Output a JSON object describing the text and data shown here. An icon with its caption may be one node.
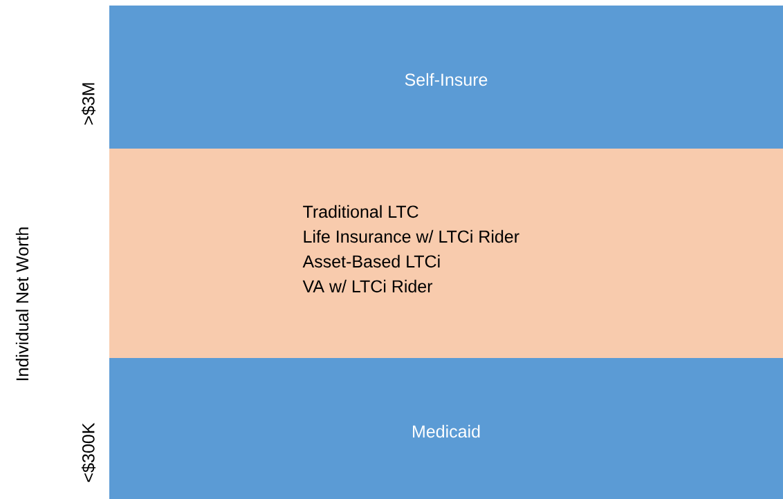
{
  "diagram": {
    "nodes": [
      {
        "text": [
          "Self-Insure"
        ]
      },
      {
        "text": [
          "Traditional LTC",
          "Life Insurance w/ LTCi Rider",
          "Asset-Based LTCi",
          "VA w/ LTCi Rider"
        ]
      },
      {
        "text": [
          "Medicaid"
        ]
      }
    ],
    "labels": [
      ">$3M",
      "Individual Net Worth",
      "<$300K"
    ]
  }
}
